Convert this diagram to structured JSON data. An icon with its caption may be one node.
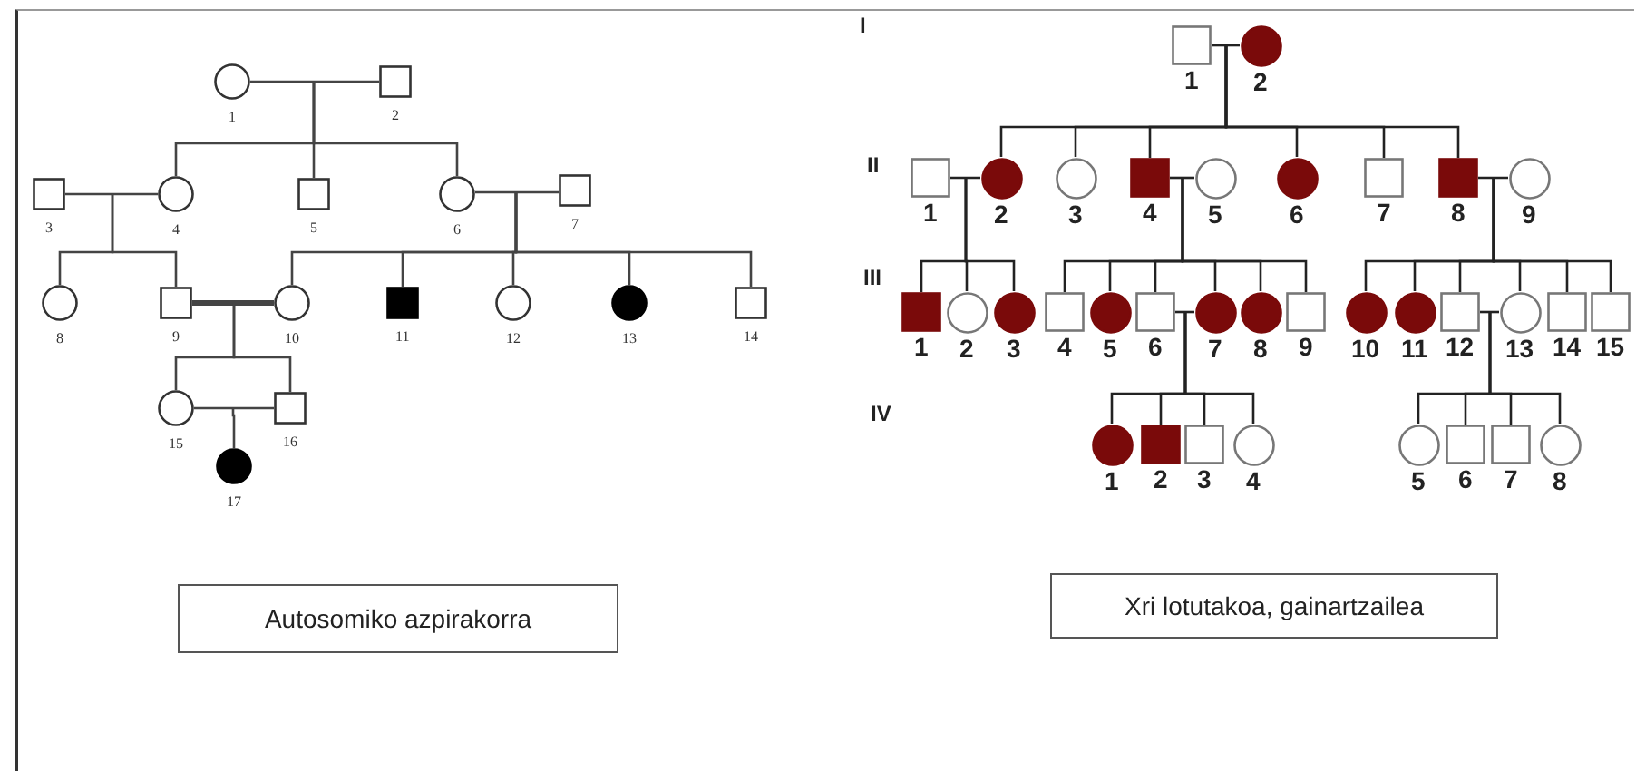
{
  "diagram": {
    "nodes": [
      {
        "text": [],
        "shape": "circle",
        "beside": [
          "1"
        ]
      },
      {
        "text": [],
        "shape": "box",
        "beside": [
          "2"
        ]
      },
      {
        "text": [],
        "shape": "box",
        "beside": [
          "3"
        ]
      },
      {
        "text": [],
        "shape": "circle",
        "beside": [
          "4"
        ]
      },
      {
        "text": [],
        "shape": "box",
        "beside": [
          "5"
        ]
      },
      {
        "text": [],
        "shape": "circle",
        "beside": [
          "6"
        ]
      },
      {
        "text": [],
        "shape": "box",
        "beside": [
          "7"
        ]
      },
      {
        "text": [],
        "shape": "circle",
        "beside": [
          "8"
        ]
      },
      {
        "text": [],
        "shape": "box",
        "beside": [
          "9"
        ]
      },
      {
        "text": [],
        "shape": "circle",
        "beside": [
          "10"
        ]
      },
      {
        "text": [],
        "shape": "box",
        "beside": [
          "11"
        ]
      },
      {
        "text": [],
        "shape": "circle",
        "beside": [
          "12"
        ]
      },
      {
        "text": [],
        "shape": "circle",
        "beside": [
          "13"
        ]
      },
      {
        "text": [],
        "shape": "box",
        "beside": [
          "14"
        ]
      },
      {
        "text": [],
        "shape": "circle",
        "beside": [
          "15"
        ]
      },
      {
        "text": [],
        "shape": "box",
        "beside": [
          "16"
        ]
      },
      {
        "text": [],
        "shape": "circle",
        "beside": [
          "17"
        ]
      },
      {
        "text": [
          "Autosomiko azpirakorra"
        ]
      },
      {
        "text": [],
        "shape": "box",
        "beside": [
          "1"
        ]
      },
      {
        "text": [],
        "shape": "circle",
        "beside": [
          "2"
        ]
      },
      {
        "text": [],
        "shape": "box",
        "beside": [
          "1"
        ]
      },
      {
        "text": [],
        "shape": "circle",
        "beside": [
          "2"
        ]
      },
      {
        "text": [],
        "shape": "circle",
        "beside": [
          "3"
        ]
      },
      {
        "text": [],
        "shape": "box",
        "beside": [
          "4"
        ]
      },
      {
        "text": [],
        "shape": "circle",
        "beside": [
          "5"
        ]
      },
      {
        "text": [],
        "shape": "circle",
        "beside": [
          "6"
        ]
      },
      {
        "text": [],
        "shape": "box",
        "beside": [
          "7"
        ]
      },
      {
        "text": [],
        "shape": "box",
        "beside": [
          "8"
        ]
      },
      {
        "text": [],
        "shape": "circle",
        "beside": [
          "9"
        ]
      },
      {
        "text": [],
        "shape": "box",
        "beside": [
          "1"
        ]
      },
      {
        "text": [],
        "shape": "circle",
        "beside": [
          "2"
        ]
      },
      {
        "text": [],
        "shape": "circle",
        "beside": [
          "3"
        ]
      },
      {
        "text": [],
        "shape": "box",
        "beside": [
          "4"
        ]
      },
      {
        "text": [],
        "shape": "circle",
        "beside": [
          "5"
        ]
      },
      {
        "text": [],
        "shape": "box",
        "beside": [
          "6"
        ]
      },
      {
        "text": [],
        "shape": "circle",
        "beside": [
          "7"
        ]
      },
      {
        "text": [],
        "shape": "circle",
        "beside": [
          "8"
        ]
      },
      {
        "text": [],
        "shape": "box",
        "beside": [
          "9"
        ]
      },
      {
        "text": [],
        "shape": "circle",
        "beside": [
          "10"
        ]
      },
      {
        "text": [],
        "shape": "circle",
        "beside": [
          "11"
        ]
      },
      {
        "text": [],
        "shape": "box",
        "beside": [
          "12"
        ]
      },
      {
        "text": [],
        "shape": "circle",
        "beside": [
          "13"
        ]
      },
      {
        "text": [],
        "shape": "box",
        "beside": [
          "14"
        ]
      },
      {
        "text": [],
        "shape": "box",
        "beside": [
          "15"
        ]
      },
      {
        "text": [],
        "shape": "circle",
        "beside": [
          "1"
        ]
      },
      {
        "text": [],
        "shape": "box",
        "beside": [
          "2"
        ]
      },
      {
        "text": [],
        "shape": "box",
        "beside": [
          "3"
        ]
      },
      {
        "text": [],
        "shape": "circle",
        "beside": [
          "4"
        ]
      },
      {
        "text": [],
        "shape": "circle",
        "beside": [
          "5"
        ]
      },
      {
        "text": [],
        "shape": "box",
        "beside": [
          "6"
        ]
      },
      {
        "text": [],
        "shape": "box",
        "beside": [
          "7"
        ]
      },
      {
        "text": [],
        "shape": "circle",
        "beside": [
          "8"
        ]
      },
      {
        "text": [
          "Xri lotutakoa, gainartzailea"
        ]
      }
    ],
    "edges": [
      {
        "from": 0,
        "to": 1,
        "arrow": "none"
      },
      {
        "from": 0,
        "to": 3,
        "arrow": "none"
      },
      {
        "from": 1,
        "to": 3,
        "arrow": "none"
      },
      {
        "from": 0,
        "to": 4,
        "arrow": "none"
      },
      {
        "from": 1,
        "to": 4,
        "arrow": "none"
      },
      {
        "from": 0,
        "to": 5,
        "arrow": "none"
      },
      {
        "from": 1,
        "to": 5,
        "arrow": "none"
      },
      {
        "from": 2,
        "to": 3,
        "arrow": "none"
      },
      {
        "from": 2,
        "to": 7,
        "arrow": "none"
      },
      {
        "from": 3,
        "to": 7,
        "arrow": "none"
      },
      {
        "from": 2,
        "to": 8,
        "arrow": "none"
      },
      {
        "from": 3,
        "to": 8,
        "arrow": "none"
      },
      {
        "from": 5,
        "to": 6,
        "arrow": "none"
      },
      {
        "from": 5,
        "to": 9,
        "arrow": "none"
      },
      {
        "from": 6,
        "to": 9,
        "arrow": "none"
      },
      {
        "from": 5,
        "to": 10,
        "arrow": "none"
      },
      {
        "from": 6,
        "to": 10,
        "arrow": "none"
      },
      {
        "from": 5,
        "to": 11,
        "arrow": "none"
      },
      {
        "from": 6,
        "to": 11,
        "arrow": "none"
      },
      {
        "from": 5,
        "to": 12,
        "arrow": "none"
      },
      {
        "from": 6,
        "to": 12,
        "arrow": "none"
      },
      {
        "from": 5,
        "to": 13,
        "arrow": "none"
      },
      {
        "from": 6,
        "to": 13,
        "arrow": "none"
      },
      {
        "from": 8,
        "to": 9,
        "arrow": "none",
        "style": "thick"
      },
      {
        "from": 8,
        "to": 14,
        "arrow": "none"
      },
      {
        "from": 9,
        "to": 14,
        "arrow": "none"
      },
      {
        "from": 8,
        "to": 15,
        "arrow": "none"
      },
      {
        "from": 9,
        "to": 15,
        "arrow": "none"
      },
      {
        "from": 14,
        "to": 15,
        "arrow": "none"
      },
      {
        "from": 14,
        "to": 16,
        "arrow": "none"
      },
      {
        "from": 15,
        "to": 16,
        "arrow": "none"
      },
      {
        "from": 18,
        "to": 19,
        "arrow": "none"
      },
      {
        "from": 18,
        "to": 21,
        "arrow": "none"
      },
      {
        "from": 19,
        "to": 21,
        "arrow": "none"
      },
      {
        "from": 18,
        "to": 22,
        "arrow": "none"
      },
      {
        "from": 19,
        "to": 22,
        "arrow": "none"
      },
      {
        "from": 18,
        "to": 23,
        "arrow": "none"
      },
      {
        "from": 19,
        "to": 23,
        "arrow": "none"
      },
      {
        "from": 18,
        "to": 25,
        "arrow": "none"
      },
      {
        "from": 19,
        "to": 25,
        "arrow": "none"
      },
      {
        "from": 18,
        "to": 26,
        "arrow": "none"
      },
      {
        "from": 19,
        "to": 26,
        "arrow": "none"
      },
      {
        "from": 18,
        "to": 27,
        "arrow": "none"
      },
      {
        "from": 19,
        "to": 27,
        "arrow": "none"
      },
      {
        "from": 20,
        "to": 21,
        "arrow": "none"
      },
      {
        "from": 20,
        "to": 29,
        "arrow": "none"
      },
      {
        "from": 21,
        "to": 29,
        "arrow": "none"
      },
      {
        "from": 20,
        "to": 30,
        "arrow": "none"
      },
      {
        "from": 21,
        "to": 30,
        "arrow": "none"
      },
      {
        "from": 20,
        "to": 31,
        "arrow": "none"
      },
      {
        "from": 21,
        "to": 31,
        "arrow": "none"
      },
      {
        "from": 23,
        "to": 24,
        "arrow": "none"
      },
      {
        "from": 23,
        "to": 32,
        "arrow": "none"
      },
      {
        "from": 24,
        "to": 32,
        "arrow": "none"
      },
      {
        "from": 23,
        "to": 33,
        "arrow": "none"
      },
      {
        "from": 24,
        "to": 33,
        "arrow": "none"
      },
      {
        "from": 23,
        "to": 34,
        "arrow": "none"
      },
      {
        "from": 24,
        "to": 34,
        "arrow": "none"
      },
      {
        "from": 23,
        "to": 35,
        "arrow": "none"
      },
      {
        "from": 24,
        "to": 35,
        "arrow": "none"
      },
      {
        "from": 23,
        "to": 36,
        "arrow": "none"
      },
      {
        "from": 24,
        "to": 36,
        "arrow": "none"
      },
      {
        "from": 23,
        "to": 37,
        "arrow": "none"
      },
      {
        "from": 24,
        "to": 37,
        "arrow": "none"
      },
      {
        "from": 27,
        "to": 28,
        "arrow": "none"
      },
      {
        "from": 27,
        "to": 38,
        "arrow": "none"
      },
      {
        "from": 28,
        "to": 38,
        "arrow": "none"
      },
      {
        "from": 27,
        "to": 39,
        "arrow": "none"
      },
      {
        "from": 28,
        "to": 39,
        "arrow": "none"
      },
      {
        "from": 27,
        "to": 40,
        "arrow": "none"
      },
      {
        "from": 28,
        "to": 40,
        "arrow": "none"
      },
      {
        "from": 27,
        "to": 41,
        "arrow": "none"
      },
      {
        "from": 28,
        "to": 41,
        "arrow": "none"
      },
      {
        "from": 27,
        "to": 42,
        "arrow": "none"
      },
      {
        "from": 28,
        "to": 42,
        "arrow": "none"
      },
      {
        "from": 27,
        "to": 43,
        "arrow": "none"
      },
      {
        "from": 28,
        "to": 43,
        "arrow": "none"
      },
      {
        "from": 34,
        "to": 35,
        "arrow": "none"
      },
      {
        "from": 34,
        "to": 44,
        "arrow": "none"
      },
      {
        "from": 35,
        "to": 44,
        "arrow": "none"
      },
      {
        "from": 34,
        "to": 45,
        "arrow": "none"
      },
      {
        "from": 35,
        "to": 45,
        "arrow": "none"
      },
      {
        "from": 34,
        "to": 46,
        "arrow": "none"
      },
      {
        "from": 35,
        "to": 46,
        "arrow": "none"
      },
      {
        "from": 34,
        "to": 47,
        "arrow": "none"
      },
      {
        "from": 35,
        "to": 47,
        "arrow": "none"
      },
      {
        "from": 40,
        "to": 41,
        "arrow": "none"
      },
      {
        "from": 40,
        "to": 48,
        "arrow": "none"
      },
      {
        "from": 41,
        "to": 48,
        "arrow": "none"
      },
      {
        "from": 40,
        "to": 49,
        "arrow": "none"
      },
      {
        "from": 41,
        "to": 49,
        "arrow": "none"
      },
      {
        "from": 40,
        "to": 50,
        "arrow": "none"
      },
      {
        "from": 41,
        "to": 50,
        "arrow": "none"
      },
      {
        "from": 40,
        "to": 51,
        "arrow": "none"
      },
      {
        "from": 41,
        "to": 51,
        "arrow": "none"
      }
    ],
    "labels": [
      "I",
      "II",
      "III",
      "IV"
    ]
  }
}
